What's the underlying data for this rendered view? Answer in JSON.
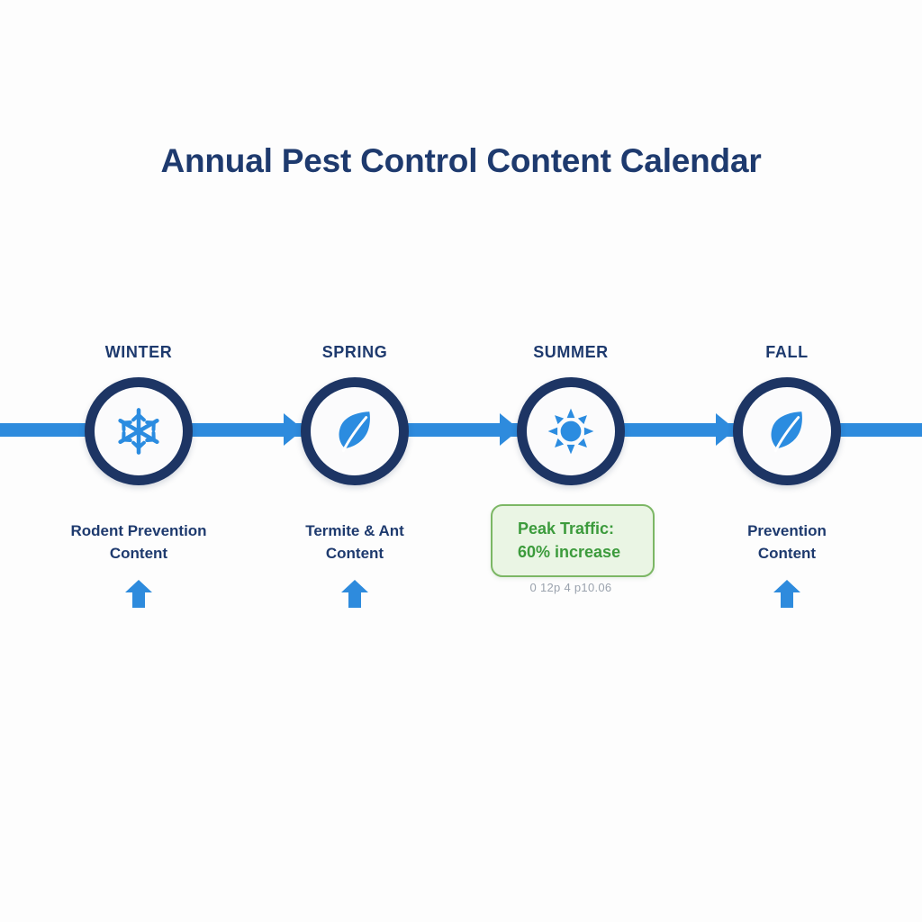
{
  "page": {
    "title": "Annual Pest Control Content Calendar",
    "background_color": "#fdfdfd"
  },
  "theme": {
    "navy": "#1e3a6e",
    "ring_navy": "#1d3564",
    "accent_blue": "#2e8bdd",
    "icon_blue": "#2b8ce0",
    "green_text": "#3c9b3c",
    "green_border": "#7cb765",
    "green_fill": "#eaf5e4",
    "micro_gray": "#9aa2ad"
  },
  "timeline": {
    "nodes": [
      {
        "season": "WINTER",
        "icon": "snowflake-icon",
        "caption_line1": "Rodent Prevention",
        "caption_line2": "Content",
        "marker": "up-arrow-icon"
      },
      {
        "season": "SPRING",
        "icon": "leaf-icon",
        "caption_line1": "Termite & Ant",
        "caption_line2": "Content",
        "marker": "up-arrow-icon"
      },
      {
        "season": "SUMMER",
        "icon": "sun-icon",
        "caption_line1": "",
        "caption_line2": "",
        "marker": ""
      },
      {
        "season": "FALL",
        "icon": "leaf-icon",
        "caption_line1": "Prevention",
        "caption_line2": "Content",
        "marker": "up-arrow-icon"
      }
    ],
    "connector_arrows": 3
  },
  "callout": {
    "line1": "Peak Traffic:",
    "line2": "60% increase"
  },
  "micro_text": "0 12p 4 p10.06"
}
